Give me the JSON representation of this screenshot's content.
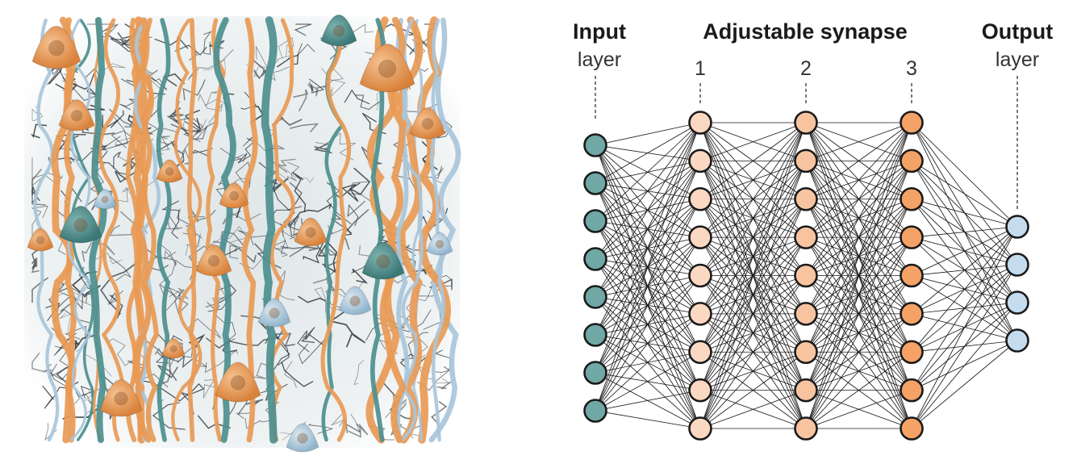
{
  "labels": {
    "input_bold": "Input",
    "input_light": "layer",
    "synapse_title": "Adjustable synapse",
    "layer_1": "1",
    "layer_2": "2",
    "layer_3": "3",
    "output_bold": "Output",
    "output_light": "layer"
  },
  "network": {
    "layers": [
      {
        "name": "input",
        "nodes": 8,
        "fill": "#6fa8a4"
      },
      {
        "name": "hidden-1",
        "nodes": 9,
        "fill": "#fbd8c2"
      },
      {
        "name": "hidden-2",
        "nodes": 9,
        "fill": "#f8c4a0"
      },
      {
        "name": "hidden-3",
        "nodes": 9,
        "fill": "#f4a266"
      },
      {
        "name": "output",
        "nodes": 4,
        "fill": "#c4dcee"
      }
    ],
    "stroke": "#1a1a1a",
    "edge_color": "#1a1a1a"
  },
  "illustration": {
    "colors": {
      "orange": "#e89a55",
      "teal": "#4d8f8f",
      "blue": "#a9c6da",
      "dark": "#2e3538",
      "backdrop": "#eef1f2"
    }
  }
}
